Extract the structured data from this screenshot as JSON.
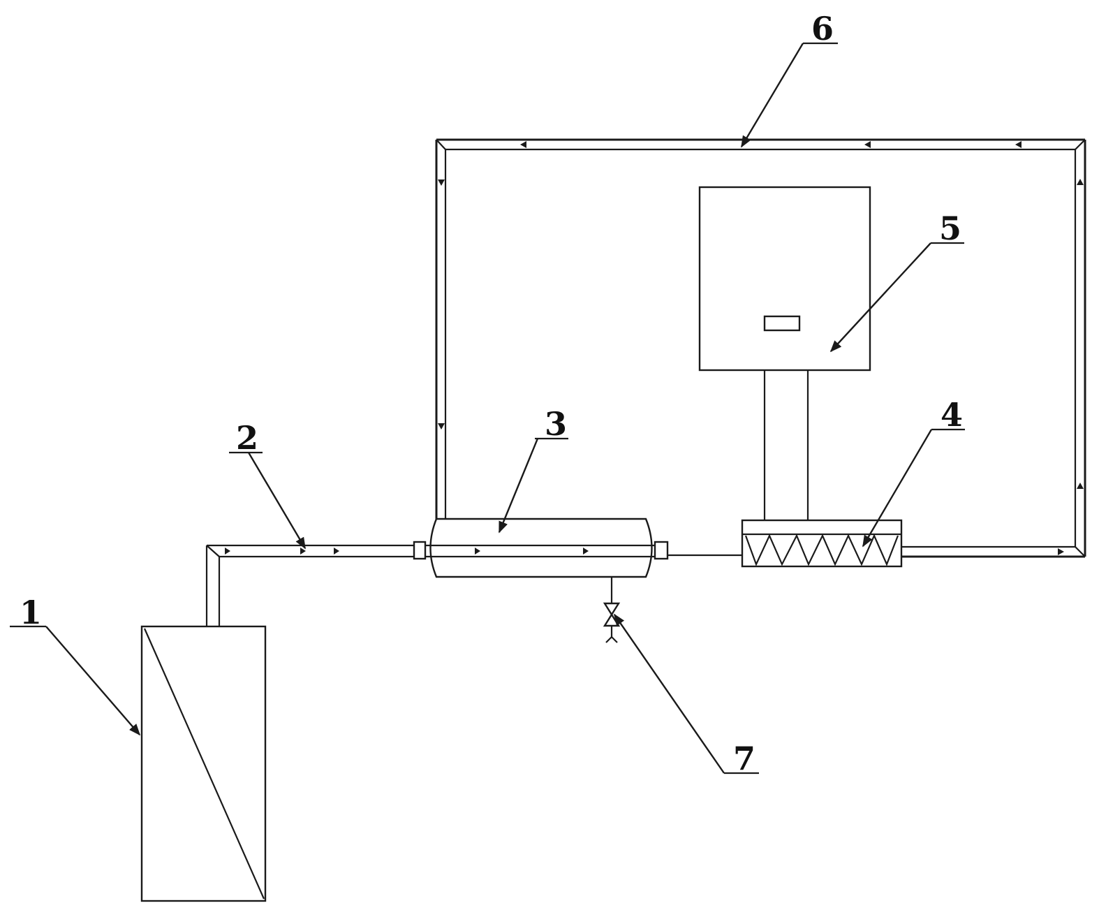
{
  "labels": {
    "l1": "1",
    "l2": "2",
    "l3": "3",
    "l4": "4",
    "l5": "5",
    "l6": "6",
    "l7": "7"
  },
  "colors": {
    "line": "#1a1a1a",
    "background": "#ffffff"
  }
}
